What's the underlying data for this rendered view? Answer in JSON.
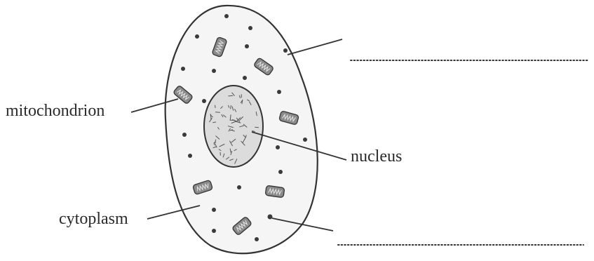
{
  "diagram": {
    "labels": {
      "mitochondrion": "mitochondrion",
      "nucleus": "nucleus",
      "cytoplasm": "cytoplasm"
    },
    "answer_blanks": {
      "top": "",
      "bottom": ""
    }
  },
  "colors": {
    "outline": "#333333",
    "cytoplasm_fill": "#f5f5f5",
    "nucleus_fill": "#dcdcdc",
    "mitochondrion_fill": "#8a8a8a",
    "granule": "#3a3a3a"
  }
}
